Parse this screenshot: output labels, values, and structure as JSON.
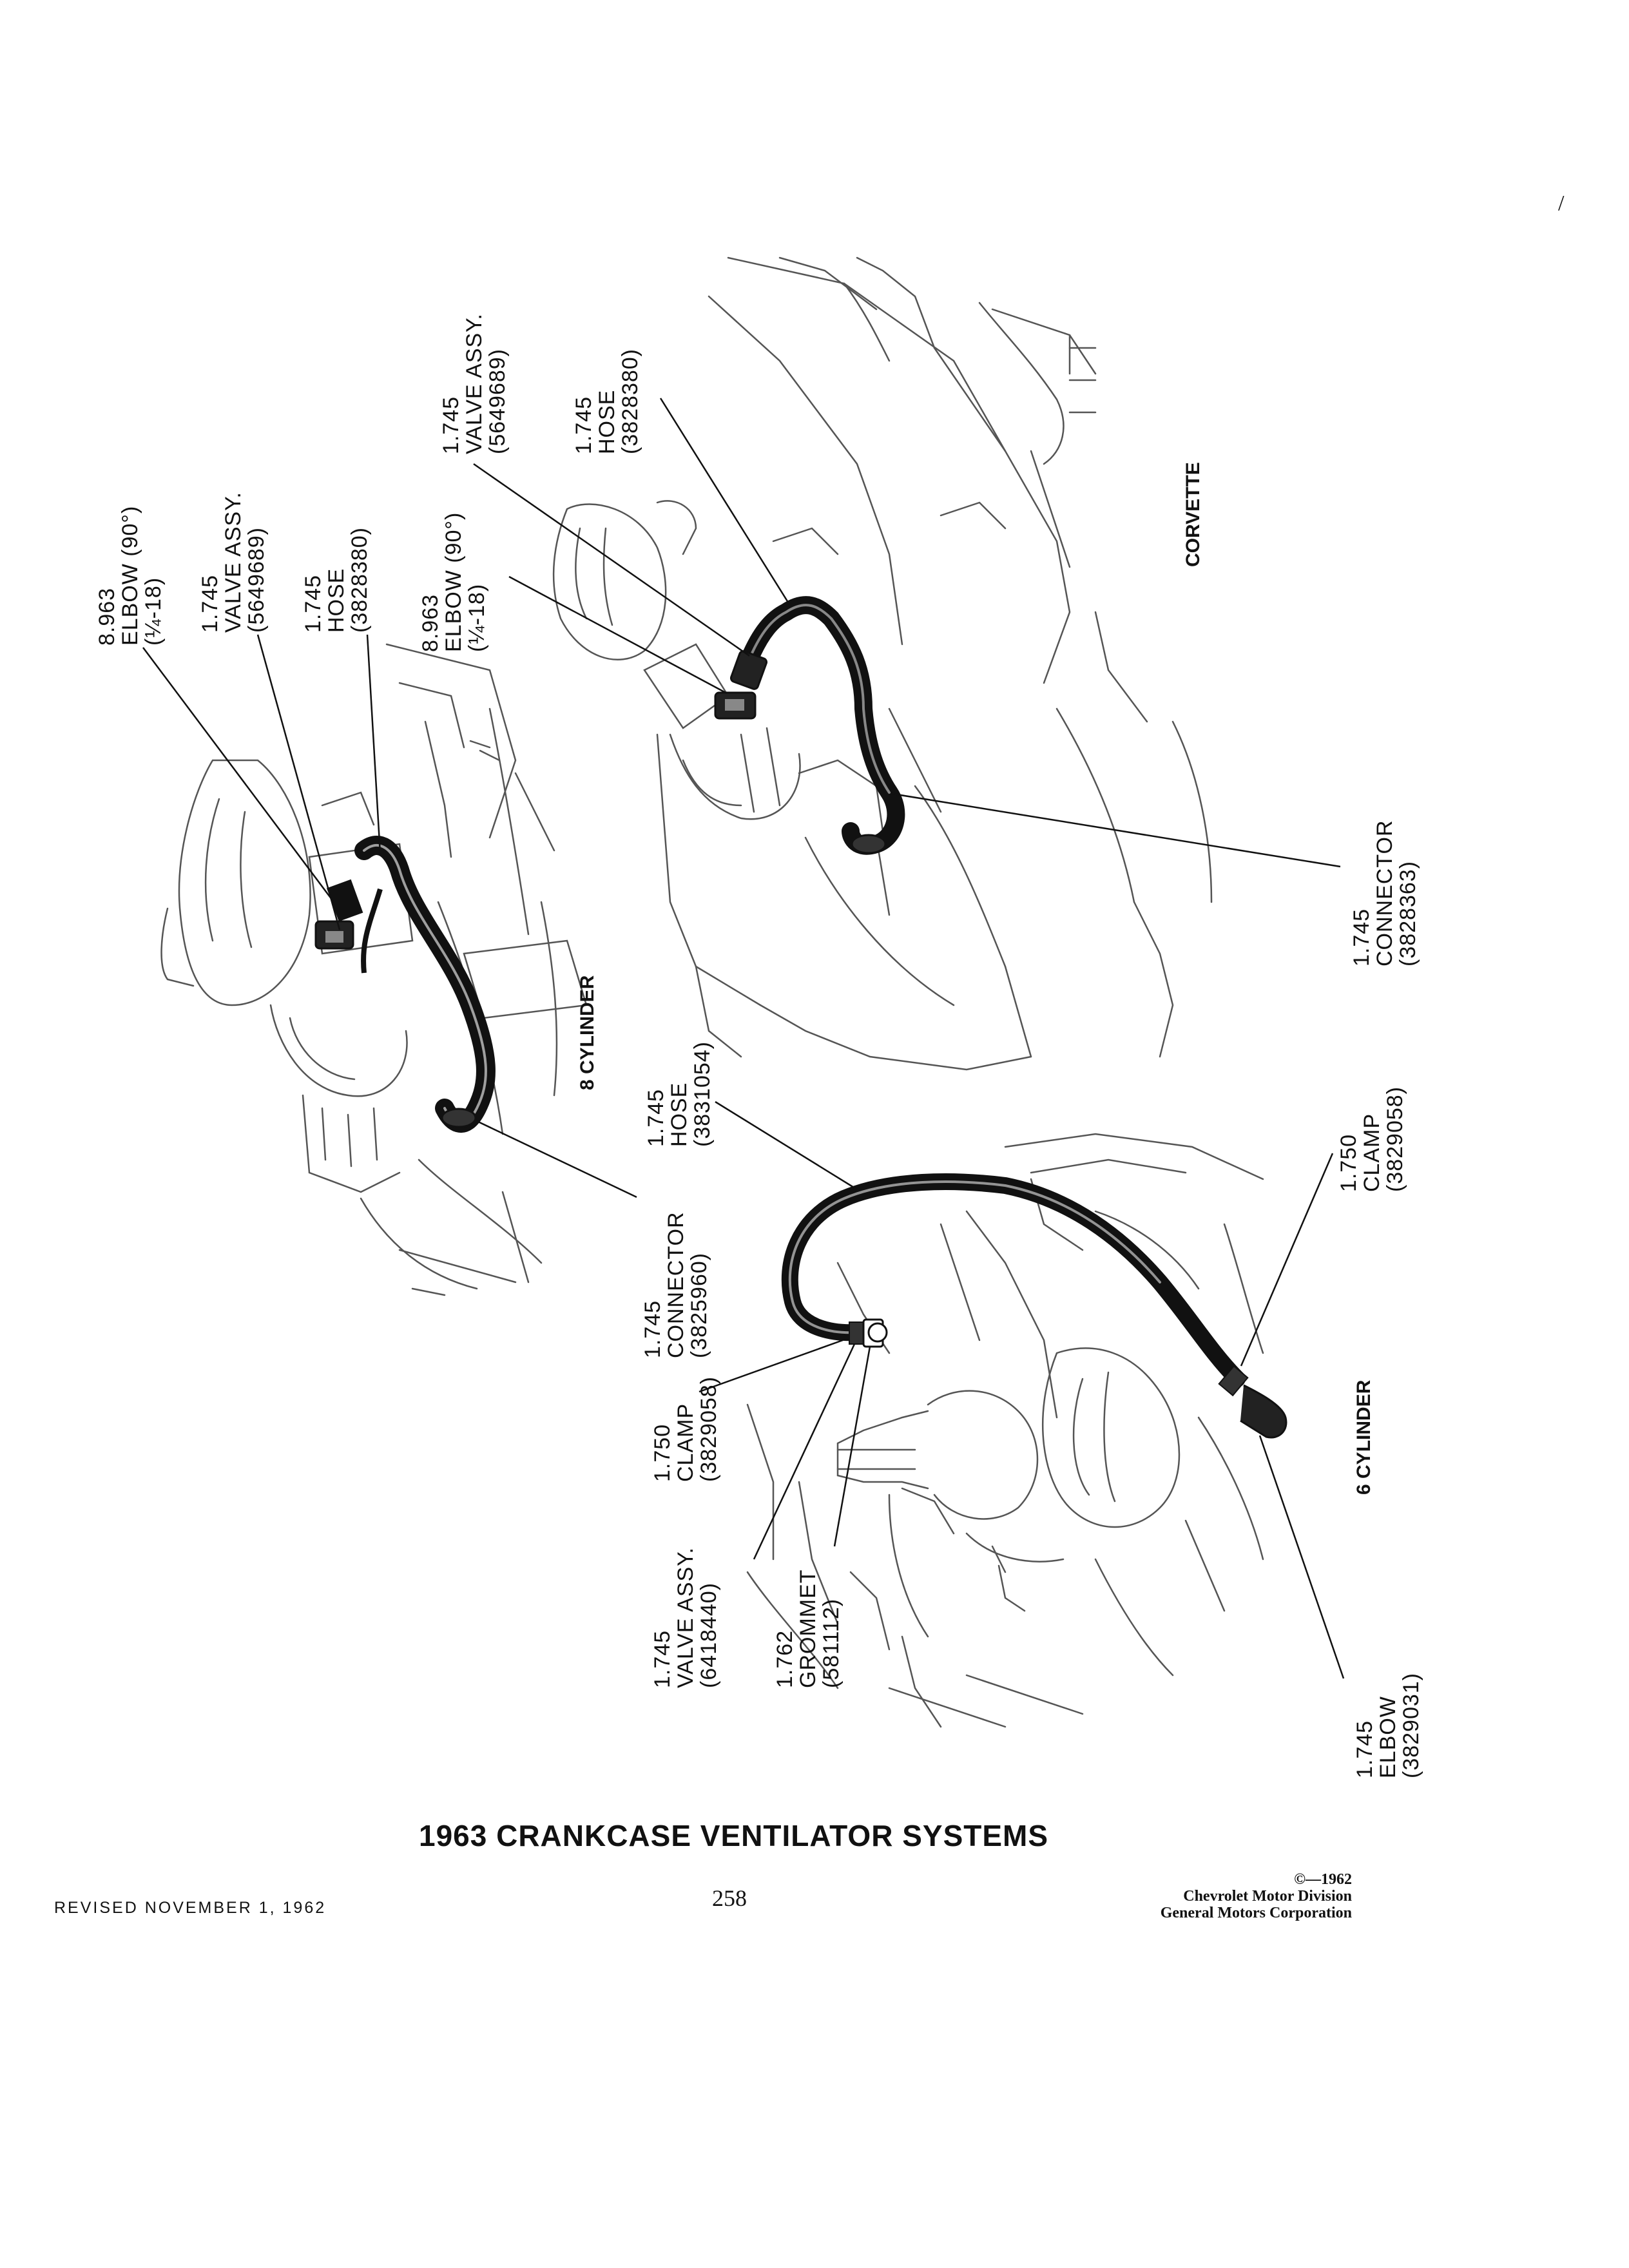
{
  "title": "1963 CRANKCASE VENTILATOR SYSTEMS",
  "footer": {
    "revised": "REVISED NOVEMBER 1, 1962",
    "page_number": "258",
    "copyright": "©—1962",
    "division": "Chevrolet Motor Division",
    "corporation": "General Motors Corporation"
  },
  "corner_mark": "/",
  "sections": {
    "corvette": "CORVETTE",
    "eight_cylinder": "8 CYLINDER",
    "six_cylinder": "6 CYLINDER"
  },
  "callouts": {
    "eight_cyl": {
      "elbow": [
        "8.963",
        "ELBOW (90°)",
        "(¼-18)"
      ],
      "valve": [
        "1.745",
        "VALVE ASSY.",
        "(5649689)"
      ],
      "hose": [
        "1.745",
        "HOSE",
        "(3828380)"
      ],
      "connector": [
        "1.745",
        "CONNECTOR",
        "(3825960)"
      ]
    },
    "corvette": {
      "valve": [
        "1.745",
        "VALVE ASSY.",
        "(5649689)"
      ],
      "hose": [
        "1.745",
        "HOSE",
        "(3828380)"
      ],
      "elbow": [
        "8.963",
        "ELBOW (90°)",
        "(¼-18)"
      ],
      "connector": [
        "1.745",
        "CONNECTOR",
        "(3828363)"
      ]
    },
    "six_cyl": {
      "hose": [
        "1.745",
        "HOSE",
        "(3831054)"
      ],
      "clamp_top": [
        "1.750",
        "CLAMP",
        "(3829058)"
      ],
      "clamp_bottom": [
        "1.750",
        "CLAMP",
        "(3829058)"
      ],
      "valve": [
        "1.745",
        "VALVE ASSY.",
        "(6418440)"
      ],
      "grommet": [
        "1.762",
        "GROMMET",
        "(581112)"
      ],
      "elbow": [
        "1.745",
        "ELBOW",
        "(3829031)"
      ]
    }
  },
  "colors": {
    "ink": "#111111",
    "paper": "#ffffff",
    "sketch": "#555555"
  }
}
